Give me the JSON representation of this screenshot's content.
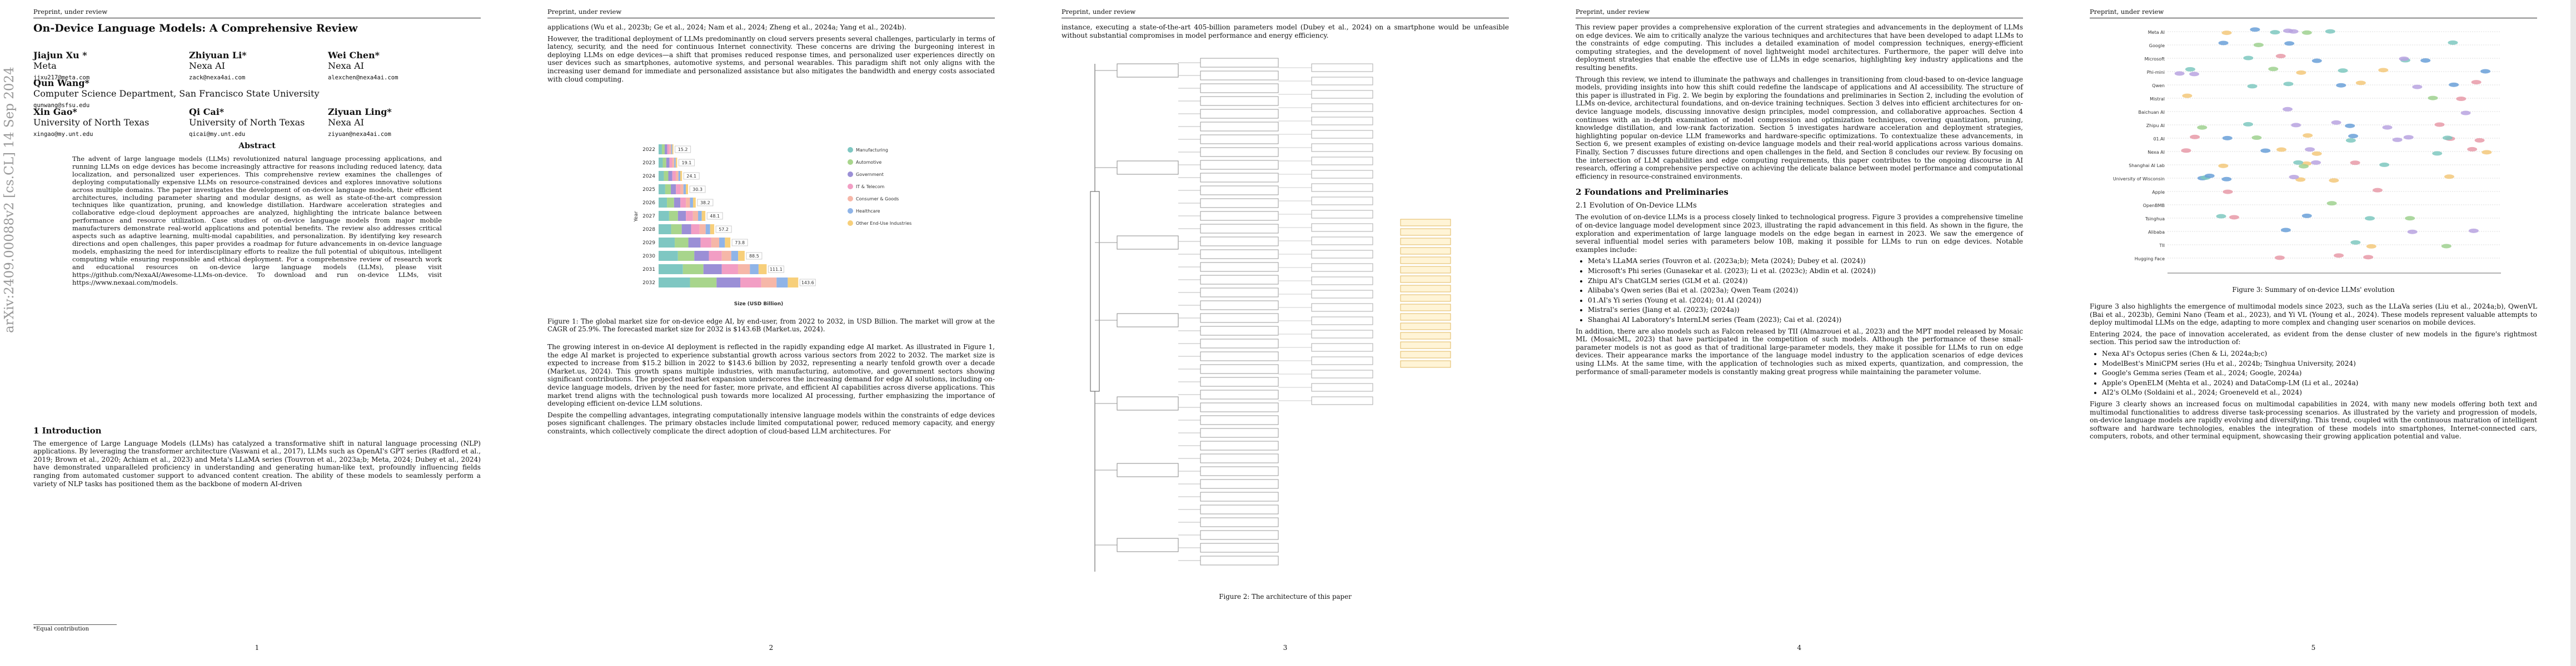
{
  "header": "Preprint, under review",
  "arxiv_id": "arXiv:2409.00088v2  [cs.CL]  14 Sep 2024",
  "page_numbers": [
    "1",
    "2",
    "3",
    "4",
    "5"
  ],
  "p1": {
    "title": "On-Device Language Models: A Comprehensive Review",
    "authors": [
      {
        "name": "Jiajun Xu *",
        "affil": "Meta",
        "email": "jjxu217@meta.com"
      },
      {
        "name": "Zhiyuan Li*",
        "affil": "Nexa AI",
        "email": "zack@nexa4ai.com"
      },
      {
        "name": "Wei Chen*",
        "affil": "Nexa AI",
        "email": "alexchen@nexa4ai.com"
      },
      {
        "name": "Qun Wang*",
        "affil": "Computer Science Department, San Francisco State University",
        "email": "qunwang@sfsu.edu"
      },
      {
        "name": "Xin Gao*",
        "affil": "University of North Texas",
        "email": "xingao@my.unt.edu"
      },
      {
        "name": "Qi Cai*",
        "affil": "University of North Texas",
        "email": "qicai@my.unt.edu"
      },
      {
        "name": "Ziyuan Ling*",
        "affil": "Nexa AI",
        "email": "ziyuan@nexa4ai.com"
      }
    ],
    "abstract_title": "Abstract",
    "abstract": "The advent of large language models (LLMs) revolutionized natural language processing applications, and running LLMs on edge devices has become increasingly attractive for reasons including reduced latency, data localization, and personalized user experiences. This comprehensive review examines the challenges of deploying computationally expensive LLMs on resource-constrained devices and explores innovative solutions across multiple domains. The paper investigates the development of on-device language models, their efficient architectures, including parameter sharing and modular designs, as well as state-of-the-art compression techniques like quantization, pruning, and knowledge distillation. Hardware acceleration strategies and collaborative edge-cloud deployment approaches are analyzed, highlighting the intricate balance between performance and resource utilization. Case studies of on-device language models from major mobile manufacturers demonstrate real-world applications and potential benefits. The review also addresses critical aspects such as adaptive learning, multi-modal capabilities, and personalization. By identifying key research directions and open challenges, this paper provides a roadmap for future advancements in on-device language models, emphasizing the need for interdisciplinary efforts to realize the full potential of ubiquitous, intelligent computing while ensuring responsible and ethical deployment. For a comprehensive review of research work and educational resources on on-device large language models (LLMs), please visit https://github.com/NexaAI/Awesome-LLMs-on-device. To download and run on-device LLMs, visit https://www.nexaai.com/models.",
    "intro_heading": "1   Introduction",
    "intro": "The emergence of Large Language Models (LLMs) has catalyzed a transformative shift in natural language processing (NLP) applications. By leveraging the transformer architecture (Vaswani et al., 2017), LLMs such as OpenAI's GPT series (Radford et al., 2019; Brown et al., 2020; Achiam et al., 2023) and Meta's LLaMA series (Touvron et al., 2023a;b; Meta, 2024; Dubey et al., 2024) have demonstrated unparalleled proficiency in understanding and generating human-like text, profoundly influencing fields ranging from automated customer support to advanced content creation. The ability of these models to seamlessly perform a variety of NLP tasks has positioned them as the backbone of modern AI-driven",
    "footnote": "*Equal contribution"
  },
  "p2": {
    "para1": "applications (Wu et al., 2023b; Ge et al., 2024; Nam et al., 2024; Zheng et al., 2024a; Yang et al., 2024b).",
    "para2": "However, the traditional deployment of LLMs predominantly on cloud servers presents several challenges, particularly in terms of latency, security, and the need for continuous Internet connectivity. These concerns are driving the burgeoning interest in deploying LLMs on edge devices—a shift that promises reduced response times, and personalized user experiences directly on user devices such as smartphones, automotive systems, and personal wearables. This paradigm shift not only aligns with the increasing user demand for immediate and personalized assistance but also mitigates the bandwidth and energy costs associated with cloud computing.",
    "caption": "Figure 1: The global market size for on-device edge AI, by end-user, from 2022 to 2032, in USD Billion. The market will grow at the CAGR of 25.9%. The forecasted market size for 2032 is $143.6B (Market.us, 2024).",
    "para3": "The growing interest in on-device AI deployment is reflected in the rapidly expanding edge AI market. As illustrated in Figure 1, the edge AI market is projected to experience substantial growth across various sectors from 2022 to 2032. The market size is expected to increase from $15.2 billion in 2022 to $143.6 billion by 2032, representing a nearly tenfold growth over a decade (Market.us, 2024). This growth spans multiple industries, with manufacturing, automotive, and government sectors showing significant contributions. The projected market expansion underscores the increasing demand for edge AI solutions, including on-device language models, driven by the need for faster, more private, and efficient AI capabilities across diverse applications. This market trend aligns with the technological push towards more localized AI processing, further emphasizing the importance of developing efficient on-device LLM solutions.",
    "para4": "Despite the compelling advantages, integrating computationally intensive language models within the constraints of edge devices poses significant challenges. The primary obstacles include limited computational power, reduced memory capacity, and energy constraints, which collectively complicate the direct adoption of cloud-based LLM architectures. For"
  },
  "chart_data": {
    "type": "bar",
    "orientation": "horizontal",
    "stacked": true,
    "categories": [
      "2022",
      "2023",
      "2024",
      "2025",
      "2026",
      "2027",
      "2028",
      "2029",
      "2030",
      "2031",
      "2032"
    ],
    "totals": [
      15.2,
      19.1,
      24.1,
      30.3,
      38.2,
      48.1,
      57.2,
      73.8,
      88.5,
      111.1,
      143.6
    ],
    "series": [
      {
        "name": "Manufacturing",
        "color": "#7fc7c2",
        "values": [
          3.4,
          4.3,
          5.4,
          6.8,
          8.6,
          10.8,
          12.9,
          16.6,
          19.9,
          25.0,
          32.3
        ]
      },
      {
        "name": "Automotive",
        "color": "#a8d58c",
        "values": [
          2.9,
          3.6,
          4.6,
          5.8,
          7.3,
          9.1,
          10.9,
          14.0,
          16.8,
          21.1,
          27.3
        ]
      },
      {
        "name": "Government",
        "color": "#9b8fd6",
        "values": [
          2.6,
          3.2,
          4.1,
          5.2,
          6.5,
          8.2,
          9.7,
          12.5,
          15.0,
          18.9,
          24.4
        ]
      },
      {
        "name": "IT & Telecom",
        "color": "#f29ec4",
        "values": [
          2.3,
          2.9,
          3.6,
          4.5,
          5.7,
          7.2,
          8.6,
          11.1,
          13.3,
          16.7,
          21.5
        ]
      },
      {
        "name": "Consumer & Goods",
        "color": "#f6b7a8",
        "values": [
          1.7,
          2.1,
          2.7,
          3.3,
          4.2,
          5.3,
          6.3,
          8.1,
          9.7,
          12.2,
          15.8
        ]
      },
      {
        "name": "Healthcare",
        "color": "#8fb4e8",
        "values": [
          1.2,
          1.5,
          1.9,
          2.4,
          3.1,
          3.8,
          4.6,
          5.9,
          7.1,
          8.9,
          11.5
        ]
      },
      {
        "name": "Other End-Use Industries",
        "color": "#f7cf7a",
        "values": [
          1.1,
          1.5,
          1.8,
          2.3,
          2.8,
          3.7,
          4.2,
          5.6,
          6.7,
          8.3,
          10.8
        ]
      }
    ],
    "xlabel": "Size (USD Billion)",
    "ylabel": "Year"
  },
  "p3": {
    "para1": "instance, executing a state-of-the-art 405-billion parameters model (Dubey et al., 2024) on a smartphone would be unfeasible without substantial compromises in model performance and energy efficiency.",
    "caption": "Figure 2: The architecture of this paper"
  },
  "p4": {
    "para1": "This review paper provides a comprehensive exploration of the current strategies and advancements in the deployment of LLMs on edge devices. We aim to critically analyze the various techniques and architectures that have been developed to adapt LLMs to the constraints of edge computing. This includes a detailed examination of model compression techniques, energy-efficient computing strategies, and the development of novel lightweight model architectures. Furthermore, the paper will delve into deployment strategies that enable the effective use of LLMs in edge scenarios, highlighting key industry applications and the resulting benefits.",
    "para2": "Through this review, we intend to illuminate the pathways and challenges in transitioning from cloud-based to on-device language models, providing insights into how this shift could redefine the landscape of applications and AI accessibility. The structure of this paper is illustrated in Fig. 2. We begin by exploring the foundations and preliminaries in Section 2, including the evolution of LLMs on-device, architectural foundations, and on-device training techniques. Section 3 delves into efficient architectures for on-device language models, discussing innovative design principles, model compression, and collaborative approaches. Section 4 continues with an in-depth examination of model compression and optimization techniques, covering quantization, pruning, knowledge distillation, and low-rank factorization. Section 5 investigates hardware acceleration and deployment strategies, highlighting popular on-device LLM frameworks and hardware-specific optimizations. To contextualize these advancements, in Section 6, we present examples of existing on-device language models and their real-world applications across various domains. Finally, Section 7 discusses future directions and open challenges in the field, and Section 8 concludes our review. By focusing on the intersection of LLM capabilities and edge computing requirements, this paper contributes to the ongoing discourse in AI research, offering a comprehensive perspective on achieving the delicate balance between model performance and computational efficiency in resource-constrained environments.",
    "heading2": "2   Foundations and Preliminaries",
    "heading21": "2.1   Evolution of On-Device LLMs",
    "para3": "The evolution of on-device LLMs is a process closely linked to technological progress. Figure 3 provides a comprehensive timeline of on-device language model development since 2023, illustrating the rapid advancement in this field. As shown in the figure, the exploration and experimentation of large language models on the edge began in earnest in 2023. We saw the emergence of several influential model series with parameters below 10B, making it possible for LLMs to run on edge devices. Notable examples include:",
    "bullets": [
      "Meta's LLaMA series (Touvron et al. (2023a;b); Meta (2024); Dubey et al. (2024))",
      "Microsoft's Phi series (Gunasekar et al. (2023); Li et al. (2023c); Abdin et al. (2024))",
      "Zhipu AI's ChatGLM series (GLM et al. (2024))",
      "Alibaba's Qwen series (Bai et al. (2023a); Qwen Team (2024))",
      "01.AI's Yi series (Young et al. (2024); 01.AI (2024))",
      "Mistral's series (Jiang et al. (2023); (2024a))",
      "Shanghai AI Laboratory's InternLM series (Team (2023); Cai et al. (2024))"
    ],
    "para4": "In addition, there are also models such as Falcon released by TII (Almazrouei et al., 2023) and the MPT model released by Mosaic ML (MosaicML, 2023) that have participated in the competition of such models. Although the performance of these small-parameter models is not as good as that of traditional large-parameter models, they make it possible for LLMs to run on edge devices. Their appearance marks the importance of the language model industry to the application scenarios of edge devices using LLMs. At the same time, with the application of technologies such as mixed experts, quantization, and compression, the performance of small-parameter models is constantly making great progress while maintaining the parameter volume."
  },
  "p5": {
    "caption": "Figure 3: Summary of on-device LLMs' evolution",
    "para1": "Figure 3 also highlights the emergence of multimodal models since 2023, such as the LLaVa series (Liu et al., 2024a;b), QwenVL (Bai et al., 2023b), Gemini Nano (Team et al., 2023), and Yi VL (Young et al., 2024). These models represent valuable attempts to deploy multimodal LLMs on the edge, adapting to more complex and changing user scenarios on mobile devices.",
    "para2": "Entering 2024, the pace of innovation accelerated, as evident from the dense cluster of new models in the figure's rightmost section. This period saw the introduction of:",
    "bullets": [
      "Nexa AI's Octopus series (Chen & Li, 2024a;b;c)",
      "ModelBest's MiniCPM series (Hu et al., 2024b; Tsinghua University, 2024)",
      "Google's Gemma series (Team et al., 2024; Google, 2024a)",
      "Apple's OpenELM (Mehta et al., 2024) and DataComp-LM (Li et al., 2024a)",
      "AI2's OLMo (Soldaini et al., 2024; Groeneveld et al., 2024)"
    ],
    "para3": "Figure 3 clearly shows an increased focus on multimodal capabilities in 2024, with many new models offering both text and multimodal functionalities to address diverse task-processing scenarios. As illustrated by the variety and progression of models, on-device language models are rapidly evolving and diversifying. This trend, coupled with the continuous maturation of intelligent software and hardware technologies, enables the integration of these models into smartphones, Internet-connected cars, computers, robots, and other terminal equipment, showcasing their growing application potential and value.",
    "timeline_rows": [
      "Meta AI",
      "Google",
      "Microsoft",
      "Phi-mini",
      "Qwen",
      "Mistral",
      "Baichuan AI",
      "Zhipu AI",
      "01.AI",
      "Nexa AI",
      "Shanghai AI Lab",
      "University of Wisconsin",
      "Apple",
      "OpenBMB",
      "Tsinghua",
      "Alibaba",
      "TII",
      "Hugging Face"
    ]
  }
}
